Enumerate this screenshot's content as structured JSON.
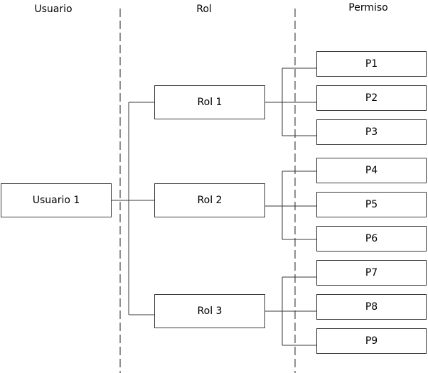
{
  "headers": {
    "usuario": "Usuario",
    "rol": "Rol",
    "permiso": "Permiso"
  },
  "user": {
    "label": "Usuario 1"
  },
  "roles": [
    {
      "label": "Rol 1",
      "permissions": [
        "P1",
        "P2",
        "P3"
      ]
    },
    {
      "label": "Rol 2",
      "permissions": [
        "P4",
        "P5",
        "P6"
      ]
    },
    {
      "label": "Rol 3",
      "permissions": [
        "P7",
        "P8",
        "P9"
      ]
    }
  ],
  "colors": {
    "line": "#3a3a3a",
    "divider": "#555555",
    "border": "#3a3a3a",
    "background": "#ffffff"
  }
}
